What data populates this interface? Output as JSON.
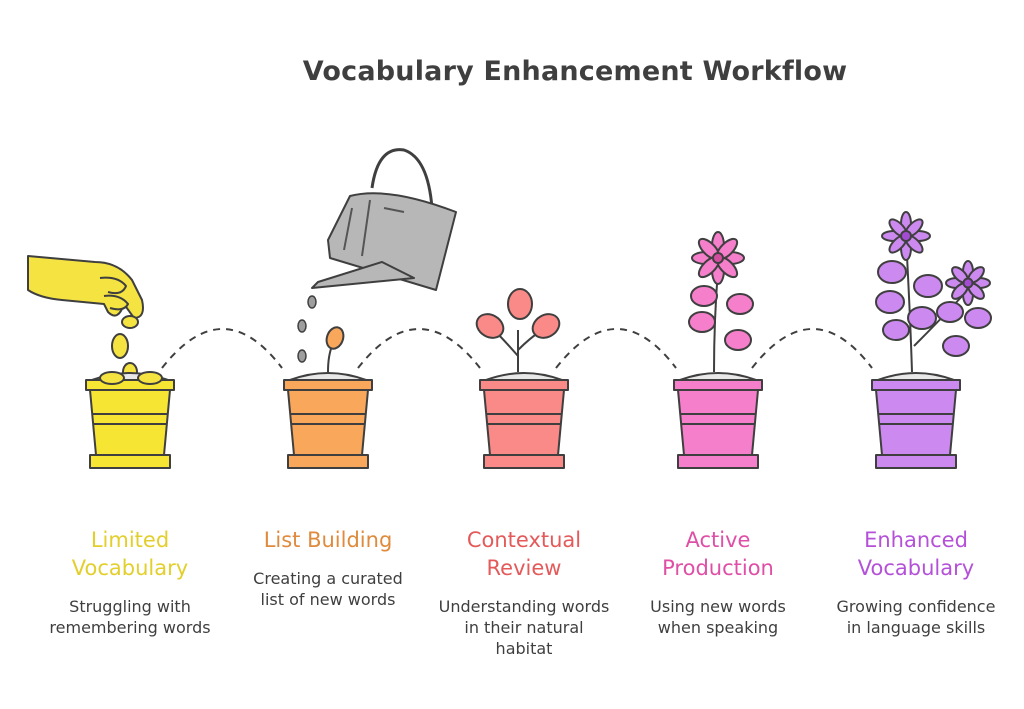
{
  "title": "Vocabulary Enhancement Workflow",
  "steps": [
    {
      "label_line1": "Limited",
      "label_line2": "Vocabulary",
      "desc_line1": "Struggling with",
      "desc_line2": "remembering words",
      "desc_line3": "",
      "color": "#e3cf2c"
    },
    {
      "label_line1": "List Building",
      "label_line2": "",
      "desc_line1": "Creating a curated",
      "desc_line2": "list of new words",
      "desc_line3": "",
      "color": "#df8a3c"
    },
    {
      "label_line1": "Contextual",
      "label_line2": "Review",
      "desc_line1": "Understanding words",
      "desc_line2": "in their natural",
      "desc_line3": "habitat",
      "color": "#e45a5a"
    },
    {
      "label_line1": "Active",
      "label_line2": "Production",
      "desc_line1": "Using new words",
      "desc_line2": "when speaking",
      "desc_line3": "",
      "color": "#df4fa6"
    },
    {
      "label_line1": "Enhanced",
      "label_line2": "Vocabulary",
      "desc_line1": "Growing confidence",
      "desc_line2": "in language skills",
      "desc_line3": "",
      "color": "#b451d8"
    }
  ],
  "colors": {
    "pot_yellow": "#f7e534",
    "pot_orange": "#f9a75a",
    "pot_red": "#f98a87",
    "pot_pink": "#f57fcb",
    "pot_purple": "#cc8af0",
    "watering_can": "#b7b7b7",
    "hand": "#f5e342",
    "outline": "#3f3f3f"
  }
}
